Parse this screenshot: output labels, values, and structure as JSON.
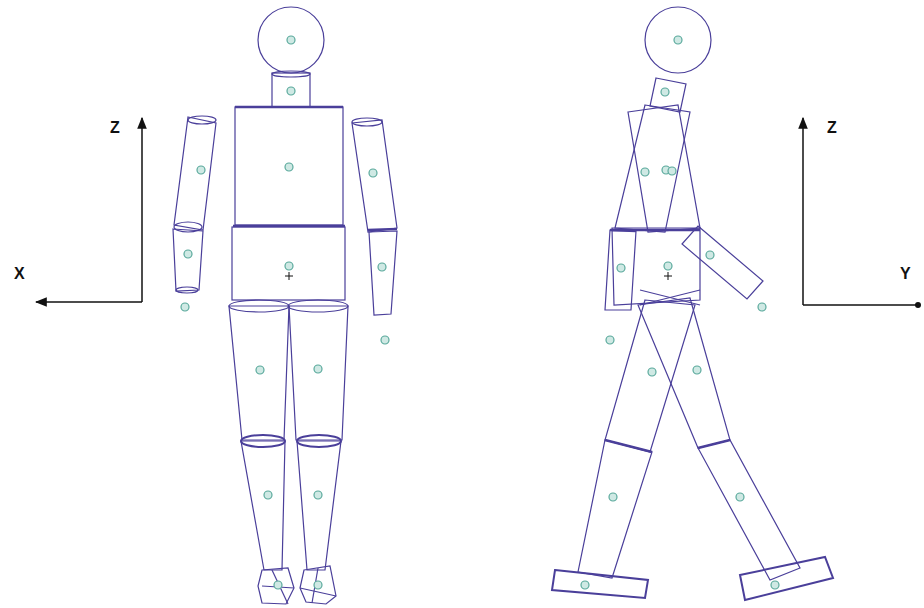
{
  "diagram": {
    "labels": [
      "Z",
      "X",
      "Z",
      "Y"
    ]
  }
}
